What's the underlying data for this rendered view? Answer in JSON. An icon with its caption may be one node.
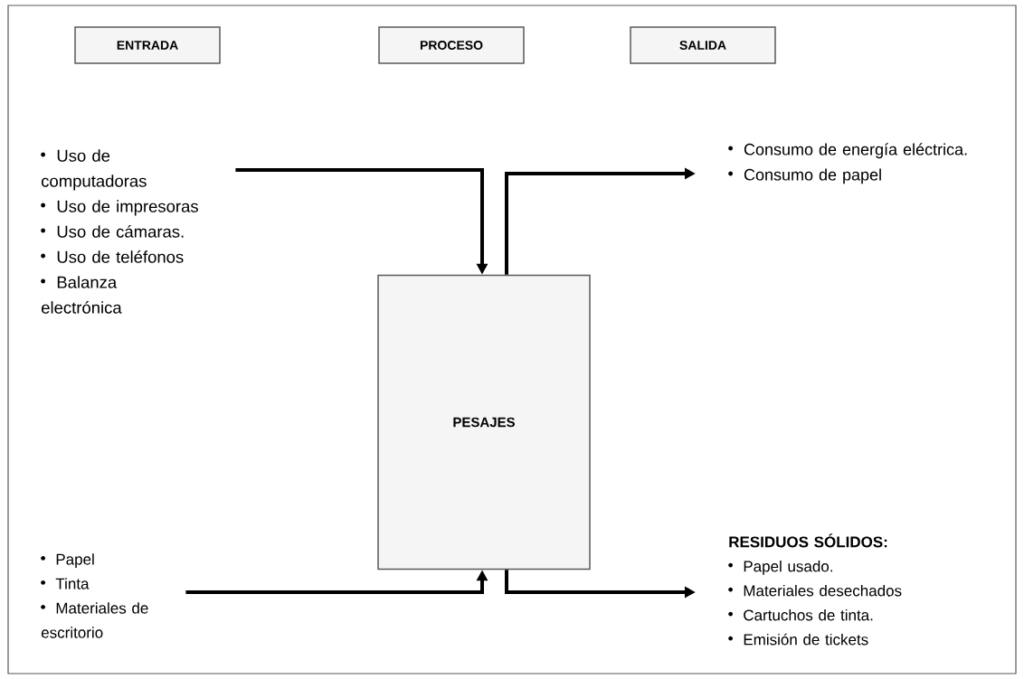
{
  "diagram": {
    "nodes": [
      {
        "text": [
          "ENTRADA"
        ]
      },
      {
        "text": [
          "PROCESO"
        ]
      },
      {
        "text": [
          "SALIDA"
        ]
      },
      {
        "text": [
          "Uso de computadoras",
          "Uso de impresoras",
          "Uso de cámaras.",
          "Uso de teléfonos",
          "Balanza electrónica"
        ]
      },
      {
        "text": [
          "PESAJES"
        ]
      },
      {
        "text": [
          "Consumo de energía eléctrica.",
          "Consumo de papel"
        ]
      },
      {
        "text": [
          "Papel",
          "Tinta",
          "Materiales de escritorio"
        ]
      },
      {
        "text": [
          "RESIDUOS SÓLIDOS:",
          "Papel usado.",
          "Materiales desechados",
          "Cartuchos de tinta.",
          "Emisión de tickets"
        ]
      }
    ],
    "edges": [
      {
        "from": 3,
        "to": 4,
        "arrow": "to"
      },
      {
        "from": 4,
        "to": 5,
        "arrow": "to"
      },
      {
        "from": 6,
        "to": 4,
        "arrow": "to"
      },
      {
        "from": 4,
        "to": 7,
        "arrow": "to"
      }
    ]
  }
}
